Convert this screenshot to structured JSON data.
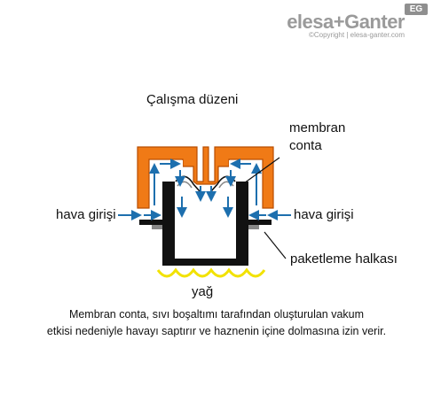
{
  "brand": {
    "name": "elesa+Ganter",
    "badge": "EG",
    "copyright": "©Copyright | elesa-ganter.com"
  },
  "diagram": {
    "title": "Çalışma düzeni",
    "labels": {
      "membrane_line1": "membran",
      "membrane_line2": "conta",
      "air_inlet_left": "hava girişi",
      "air_inlet_right": "hava girişi",
      "seal_ring": "paketleme halkası",
      "oil": "yağ"
    },
    "caption_line1": "Membran conta, sıvı boşaltımı tarafından oluşturulan vakum",
    "caption_line2": "etkisi nedeniyle havayı saptırır ve haznenin içine dolmasına izin verir.",
    "colors": {
      "cap": "#f07a16",
      "arrow": "#1d6fae",
      "oil": "#f2e200",
      "body": "#111111",
      "seal": "#888888"
    }
  }
}
